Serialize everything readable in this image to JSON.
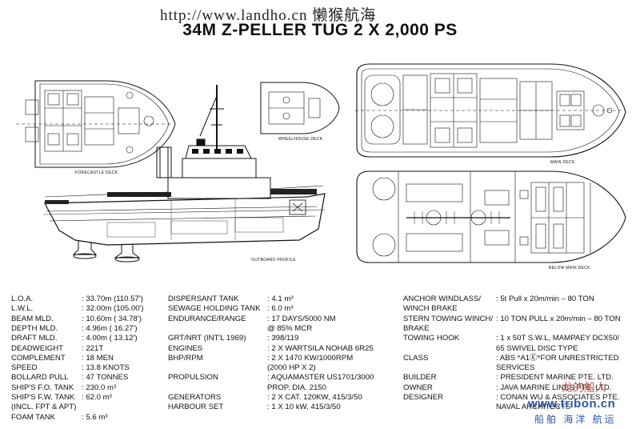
{
  "header": {
    "watermark": "http://www.landho.cn 懒猴航海",
    "title": "34M Z-PELLER TUG 2 X 2,000 PS"
  },
  "drawing_labels": {
    "forecastle": "FORECASTLE DECK",
    "wheelhouse": "WHEELHOUSE DECK",
    "main": "MAIN DECK",
    "below_main": "BELOW MAIN DECK",
    "outboard": "OUTBOARD PROFILE"
  },
  "specs_col1": [
    {
      "k": "L.O.A.",
      "v": ": 33.70m (110.57')"
    },
    {
      "k": "L.W.L.",
      "v": ": 32.00m (105.00')"
    },
    {
      "k": "BEAM MLD.",
      "v": ": 10.60m ( 34.78')"
    },
    {
      "k": "DEPTH MLD.",
      "v": ":  4.96m ( 16.27')"
    },
    {
      "k": "DRAFT MLD.",
      "v": ":  4.00m ( 13.12')"
    },
    {
      "k": "DEADWEIGHT",
      "v": ": 221T"
    },
    {
      "k": "COMPLEMENT",
      "v": ": 18 MEN"
    },
    {
      "k": "SPEED",
      "v": ": 13.8 KNOTS"
    },
    {
      "k": "BOLLARD PULL",
      "v": ": 47 TONNES"
    },
    {
      "k": "SHIP'S F.O. TANK",
      "v": ": 230.0 m³"
    },
    {
      "k": "SHIP'S F.W. TANK",
      "v": ": 62.0 m³"
    },
    {
      "k": "(INCL. FPT & APT)",
      "v": ""
    },
    {
      "k": "FOAM TANK",
      "v": ": 5.6 m³"
    }
  ],
  "specs_col2": [
    {
      "k": "DISPERSANT TANK",
      "v": ": 4.1 m³"
    },
    {
      "k": "SEWAGE HOLDING TANK",
      "v": ": 6.0 m³"
    },
    {
      "k": "ENDURANCE/RANGE",
      "v": ": 17 DAYS/5000 NM"
    },
    {
      "k": "",
      "v": "  @ 85% MCR"
    },
    {
      "k": "GRT/NRT (INT'L 1969)",
      "v": ": 398/119"
    },
    {
      "k": "ENGINES",
      "v": ": 2 X WARTSILA NOHAB 6R25"
    },
    {
      "k": "BHP/RPM",
      "v": ": 2 X 1470 KW/1000RPM"
    },
    {
      "k": "",
      "v": "  (2000 HP X 2)"
    },
    {
      "k": "PROPULSION",
      "v": ": AQUAMASTER US1701/3000"
    },
    {
      "k": "",
      "v": "  PROP. DIA. 2150"
    },
    {
      "k": "GENERATORS",
      "v": ": 2 X CAT. 120KW, 415/3/50"
    },
    {
      "k": "HARBOUR SET",
      "v": ": 1 X 10 kW, 415/3/50"
    }
  ],
  "specs_col3": [
    {
      "k": "ANCHOR WINDLASS/",
      "v": ": 5t Pull x 20m/min – 80 TON"
    },
    {
      "k": "WINCH BRAKE",
      "v": ""
    },
    {
      "k": "STERN TOWING WINCH/",
      "v": ": 10 TON PULL x 20m/min – 80 TON"
    },
    {
      "k": "BRAKE",
      "v": ""
    },
    {
      "k": "TOWING HOOK",
      "v": ": 1 x 50T S.W.L, MAMPAEY DCX50/"
    },
    {
      "k": "",
      "v": "  65 SWIVEL DISC TYPE"
    },
    {
      "k": "CLASS",
      "v": ": ABS *A1Ⓔ*FOR UNRESTRICTED"
    },
    {
      "k": "",
      "v": "  SERVICES"
    },
    {
      "k": "BUILDER",
      "v": ": PRESIDENT MARINE PTE. LTD."
    },
    {
      "k": "OWNER",
      "v": ": JAVA MARINE LINES PTE. LTD."
    },
    {
      "k": "DESIGNER",
      "v": ": CONAN WU & ASSOCIATES PTE."
    },
    {
      "k": "",
      "v": "  NAVAL ARCHITECTS"
    }
  ],
  "watermark_bottom": {
    "cn": "龙的船人",
    "url": "www.tribon.cn",
    "sub": "船舶 海洋 航运"
  },
  "colors": {
    "ink": "#111111",
    "water": "#3a3a3a",
    "logo_blue": "#2a57a8",
    "logo_red": "#b02020"
  }
}
